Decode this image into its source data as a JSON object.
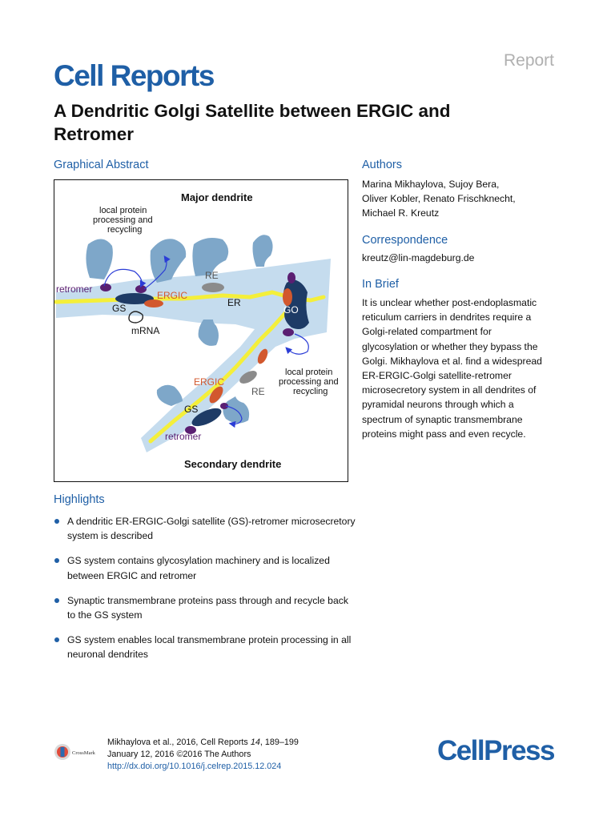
{
  "header": {
    "journal": "Cell Reports",
    "article_type": "Report"
  },
  "title": "A Dendritic Golgi Satellite between ERGIC and Retromer",
  "graphical_abstract": {
    "heading": "Graphical Abstract",
    "labels": {
      "major_dendrite": "Major dendrite",
      "secondary_dendrite": "Secondary dendrite",
      "local_protein_top_1": "local protein",
      "local_protein_top_2": "processing and",
      "local_protein_top_3": "recycling",
      "local_protein_right_1": "local protein",
      "local_protein_right_2": "processing and",
      "local_protein_right_3": "recycling",
      "retromer_top": "retromer",
      "gs_top": "GS",
      "ergic_top": "ERGIC",
      "er": "ER",
      "re_top": "RE",
      "go": "GO",
      "mrna": "mRNA",
      "ergic_bottom": "ERGIC",
      "re_bottom": "RE",
      "gs_bottom": "GS",
      "retromer_bottom": "retromer"
    },
    "colors": {
      "dendrite": "#c5dcee",
      "spine": "#7ea7c9",
      "er": "#f4ef3a",
      "golgi": "#1e3b66",
      "ergic": "#d2582e",
      "retromer": "#5a1f72",
      "re": "#8b8b8b",
      "arrow": "#2b3dd6"
    }
  },
  "highlights": {
    "heading": "Highlights",
    "items": [
      "A dendritic ER-ERGIC-Golgi satellite (GS)-retromer microsecretory system is described",
      "GS system contains glycosylation machinery and is localized between ERGIC and retromer",
      "Synaptic transmembrane proteins pass through and recycle back to the GS system",
      "GS system enables local transmembrane protein processing in all neuronal dendrites"
    ]
  },
  "authors": {
    "heading": "Authors",
    "line1": "Marina Mikhaylova, Sujoy Bera,",
    "line2": "Oliver Kobler, Renato Frischknecht,",
    "line3": "Michael R. Kreutz"
  },
  "correspondence": {
    "heading": "Correspondence",
    "email": "kreutz@lin-magdeburg.de"
  },
  "in_brief": {
    "heading": "In Brief",
    "lines": [
      "It is unclear whether post-endoplasmatic",
      "reticulum carriers in dendrites require a",
      "Golgi-related compartment for",
      "glycosylation or whether they bypass the",
      "Golgi. Mikhaylova et al. find a widespread",
      "ER-ERGIC-Golgi satellite-retromer",
      "microsecretory system in all dendrites of",
      "pyramidal neurons through which a",
      "spectrum of synaptic transmembrane",
      "proteins might pass and even recycle."
    ]
  },
  "footer": {
    "citation_prefix": "Mikhaylova et al., 2016, Cell Reports ",
    "volume": "14",
    "citation_pages": ", 189–199",
    "date_line": "January 12, 2016 ©2016 The Authors",
    "doi": "http://dx.doi.org/10.1016/j.celrep.2015.12.024",
    "crossmark": "CrossMark",
    "publisher": "CellPress"
  }
}
